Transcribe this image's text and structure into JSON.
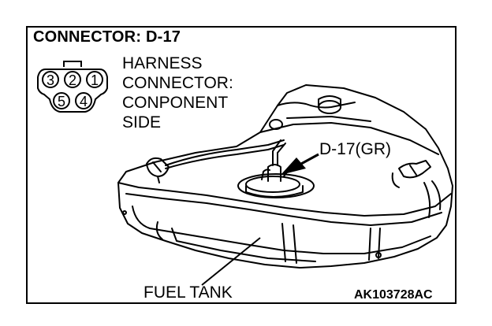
{
  "title": "CONNECTOR: D-17",
  "connector_side_label": [
    "HARNESS",
    "CONNECTOR:",
    "CONPONENT",
    "SIDE"
  ],
  "connector_pins": [
    "3",
    "2",
    "1",
    "5",
    "4"
  ],
  "callout_label": "D-17(GR)",
  "tank_label": "FUEL TANK",
  "figure_code": "AK103728AC"
}
